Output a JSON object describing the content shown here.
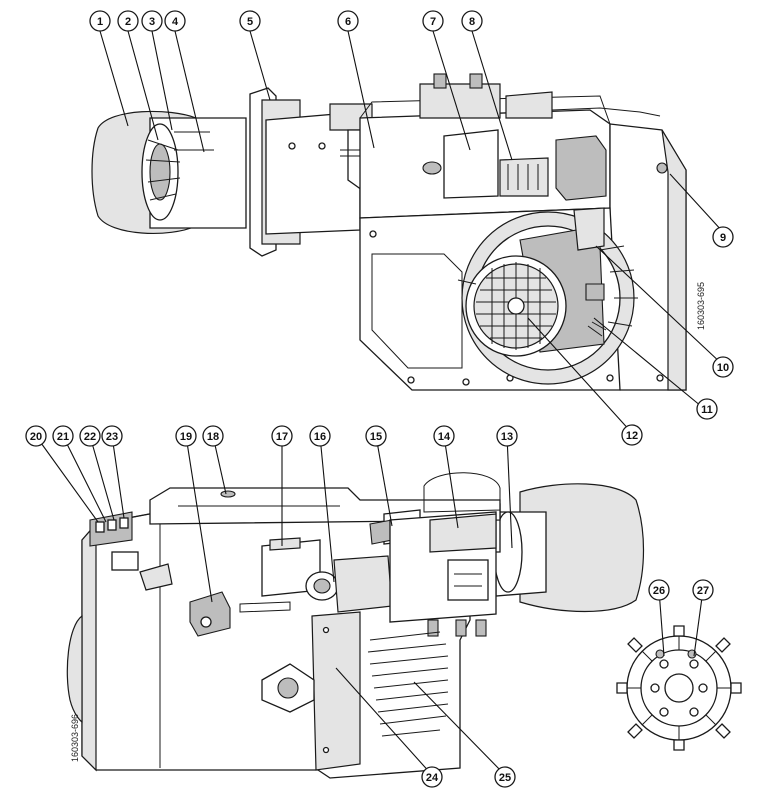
{
  "figure_codes": {
    "top": "160303-695",
    "bottom": "160303-696"
  },
  "callouts": [
    "1",
    "2",
    "3",
    "4",
    "5",
    "6",
    "7",
    "8",
    "9",
    "10",
    "11",
    "12",
    "13",
    "14",
    "15",
    "16",
    "17",
    "18",
    "19",
    "20",
    "21",
    "22",
    "23",
    "24",
    "25",
    "26",
    "27"
  ]
}
